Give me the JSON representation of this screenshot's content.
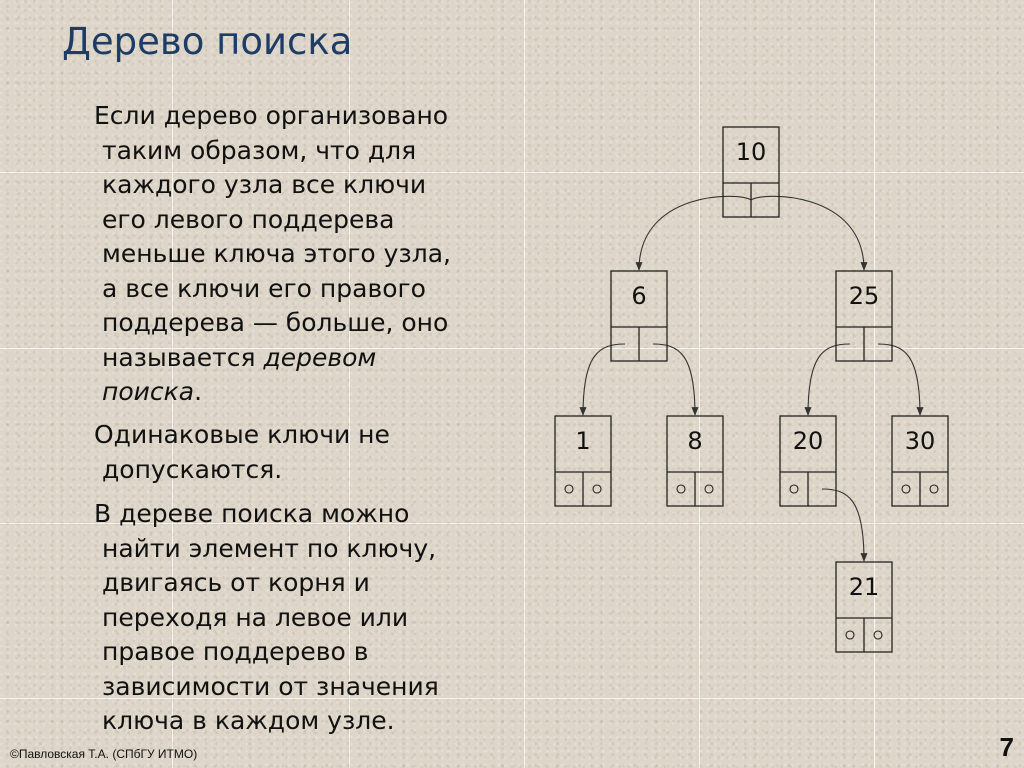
{
  "title": "Дерево поиска",
  "paragraphs": {
    "p1": {
      "lines": [
        "Если дерево организовано",
        "таким образом, что для",
        "каждого узла все ключи",
        "его левого поддерева",
        "меньше ключа этого узла,",
        "а все ключи его правого",
        "поддерева — больше, оно"
      ],
      "line8_text": "называется ",
      "line8_italic": "деревом",
      "line9_italic": "поиска",
      "line9_end": "."
    },
    "p2": {
      "lines": [
        "Одинаковые ключи не",
        "допускаются."
      ]
    },
    "p3": {
      "lines": [
        "В дереве поиска можно",
        "найти элемент по ключу,",
        "двигаясь от корня и",
        "переходя на левое или",
        "правое поддерево в",
        "зависимости от значения",
        "ключа в каждом узле."
      ]
    }
  },
  "tree": {
    "nodes": [
      {
        "id": "n10",
        "key": "10",
        "left": "n6",
        "right": "n25"
      },
      {
        "id": "n6",
        "key": "6",
        "left": "n1",
        "right": "n8"
      },
      {
        "id": "n25",
        "key": "25",
        "left": "n20",
        "right": "n30"
      },
      {
        "id": "n1",
        "key": "1",
        "left": null,
        "right": null
      },
      {
        "id": "n8",
        "key": "8",
        "left": null,
        "right": null
      },
      {
        "id": "n20",
        "key": "20",
        "left": null,
        "right": "n21"
      },
      {
        "id": "n30",
        "key": "30",
        "left": null,
        "right": null
      },
      {
        "id": "n21",
        "key": "21",
        "left": null,
        "right": null
      }
    ]
  },
  "footer": {
    "credit": "©Павловская Т.А. (СПбГУ ИТМО)",
    "page_number": "7"
  }
}
